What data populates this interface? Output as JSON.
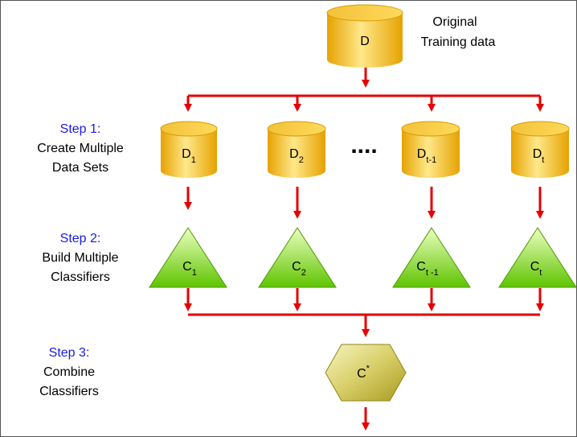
{
  "colors": {
    "arrow": "#e60000",
    "step_label": "#1a1ae6",
    "text": "#000000",
    "cylinder_light": "#ffe27a",
    "cylinder_dark": "#e7a300",
    "triangle_light": "#e6ffb0",
    "triangle_dark": "#5ec400",
    "hexagon_light": "#f4f1b0",
    "hexagon_dark": "#b0a228"
  },
  "original": {
    "label": "D",
    "caption_line1": "Original",
    "caption_line2": "Training data"
  },
  "steps": [
    {
      "title": "Step 1:",
      "line1": "Create Multiple",
      "line2": "Data Sets"
    },
    {
      "title": "Step 2:",
      "line1": "Build Multiple",
      "line2": "Classifiers"
    },
    {
      "title": "Step 3:",
      "line1": "Combine",
      "line2": "Classifiers"
    }
  ],
  "datasets": [
    {
      "base": "D",
      "sub": "1"
    },
    {
      "base": "D",
      "sub": "2"
    },
    {
      "base": "D",
      "sub": "t-1"
    },
    {
      "base": "D",
      "sub": "t"
    }
  ],
  "ellipsis": "....",
  "classifiers": [
    {
      "base": "C",
      "sub": "1"
    },
    {
      "base": "C",
      "sub": "2"
    },
    {
      "base": "C",
      "sub": "t -1"
    },
    {
      "base": "C",
      "sub": "t"
    }
  ],
  "combined": {
    "base": "C",
    "sup": "*"
  }
}
